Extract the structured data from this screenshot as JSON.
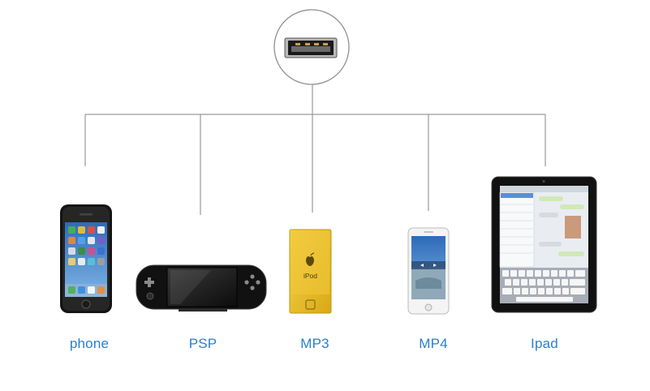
{
  "diagram": {
    "hub": {
      "icon": "usb-port-icon"
    },
    "devices": [
      {
        "id": "phone",
        "label": "phone",
        "icon": "smartphone-icon"
      },
      {
        "id": "psp",
        "label": "PSP",
        "icon": "handheld-console-icon"
      },
      {
        "id": "mp3",
        "label": "MP3",
        "icon": "music-player-icon",
        "device_text": "iPod"
      },
      {
        "id": "mp4",
        "label": "MP4",
        "icon": "media-player-icon"
      },
      {
        "id": "ipad",
        "label": "Ipad",
        "icon": "tablet-icon"
      }
    ],
    "colors": {
      "label": "#2a7fd0",
      "connector": "#9a9a9a",
      "device_body": "#141414",
      "ipod_body": "#e6b820",
      "screen_sky": "#6aa0d8"
    }
  }
}
